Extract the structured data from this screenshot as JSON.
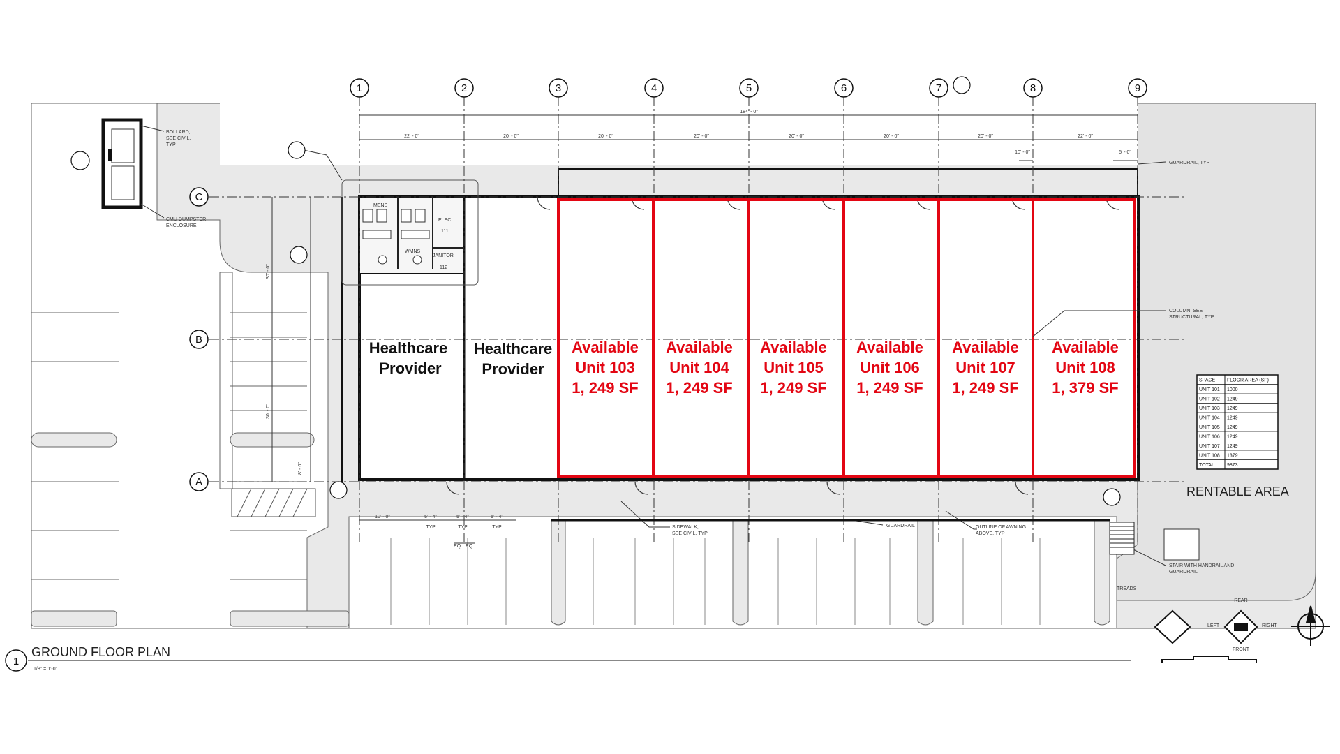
{
  "grid_columns": [
    "1",
    "2",
    "3",
    "4",
    "5",
    "6",
    "7",
    "8",
    "9"
  ],
  "grid_rows": [
    "C",
    "B",
    "A"
  ],
  "dimensions": {
    "overall": "184' - 0\"",
    "bays": [
      "22' - 0\"",
      "20' - 0\"",
      "20' - 0\"",
      "20' - 0\"",
      "20' - 0\"",
      "20' - 0\"",
      "20' - 0\"",
      "22' - 0\""
    ],
    "left_vertical": [
      "30' - 0\"",
      "30' - 0\"",
      "8' - 0\""
    ],
    "bottom": [
      "10' - 0\"",
      "5' - 4\"",
      "5' - 4\"",
      "5' - 4\""
    ],
    "right_small": [
      "10' - 0\"",
      "5' - 0\""
    ]
  },
  "rooms": {
    "mens": "MENS",
    "elec": "ELEC",
    "elec_no": "111",
    "womens": "WMNS",
    "janitor": "JANITOR",
    "room_112": "112"
  },
  "tenants": [
    {
      "line1": "Healthcare",
      "line2": "Provider"
    },
    {
      "line1": "Healthcare",
      "line2": "Provider"
    }
  ],
  "units": [
    {
      "line1": "Available",
      "line2": "Unit 103",
      "line3": "1, 249 SF"
    },
    {
      "line1": "Available",
      "line2": "Unit 104",
      "line3": "1, 249 SF"
    },
    {
      "line1": "Available",
      "line2": "Unit 105",
      "line3": "1, 249 SF"
    },
    {
      "line1": "Available",
      "line2": "Unit 106",
      "line3": "1, 249 SF"
    },
    {
      "line1": "Available",
      "line2": "Unit 107",
      "line3": "1, 249 SF"
    },
    {
      "line1": "Available",
      "line2": "Unit 108",
      "line3": "1, 379 SF"
    }
  ],
  "annotations": {
    "bollard": [
      "BOLLARD,",
      "SEE CIVIL,",
      "TYP"
    ],
    "dumpster": [
      "CMU DUMPSTER",
      "ENCLOSURE"
    ],
    "guardrail_typ": "GUARDRAIL, TYP",
    "column": [
      "COLUMN, SEE",
      "STRUCTURAL, TYP"
    ],
    "sidewalk": [
      "SIDEWALK,",
      "SEE CIVIL, TYP"
    ],
    "guardrail": "GUARDRAIL",
    "awning": [
      "OUTLINE OF AWNING",
      "ABOVE, TYP"
    ],
    "stair": [
      "STAIR WITH HANDRAIL AND",
      "GUARDRAIL"
    ],
    "typ": "TYP",
    "eq": "EQ",
    "treads": "TREADS",
    "rentable_area": "RENTABLE AREA"
  },
  "area_table": {
    "headers": [
      "SPACE",
      "FLOOR AREA (SF)"
    ],
    "rows": [
      [
        "UNIT 101",
        "1000"
      ],
      [
        "UNIT 102",
        "1249"
      ],
      [
        "UNIT 103",
        "1249"
      ],
      [
        "UNIT 104",
        "1249"
      ],
      [
        "UNIT 105",
        "1249"
      ],
      [
        "UNIT 106",
        "1249"
      ],
      [
        "UNIT 107",
        "1249"
      ],
      [
        "UNIT 108",
        "1379"
      ],
      [
        "TOTAL",
        "9873"
      ]
    ]
  },
  "title": {
    "number": "1",
    "name": "GROUND FLOOR PLAN",
    "scale": "1/8\" = 1'-0\""
  },
  "orientation": {
    "left": "LEFT",
    "right": "RIGHT",
    "front": "FRONT",
    "rear": "REAR"
  },
  "colors": {
    "highlight": "#e30613",
    "line": "#111111",
    "site": "#e9e9e9",
    "pavement": "#ffffff"
  }
}
